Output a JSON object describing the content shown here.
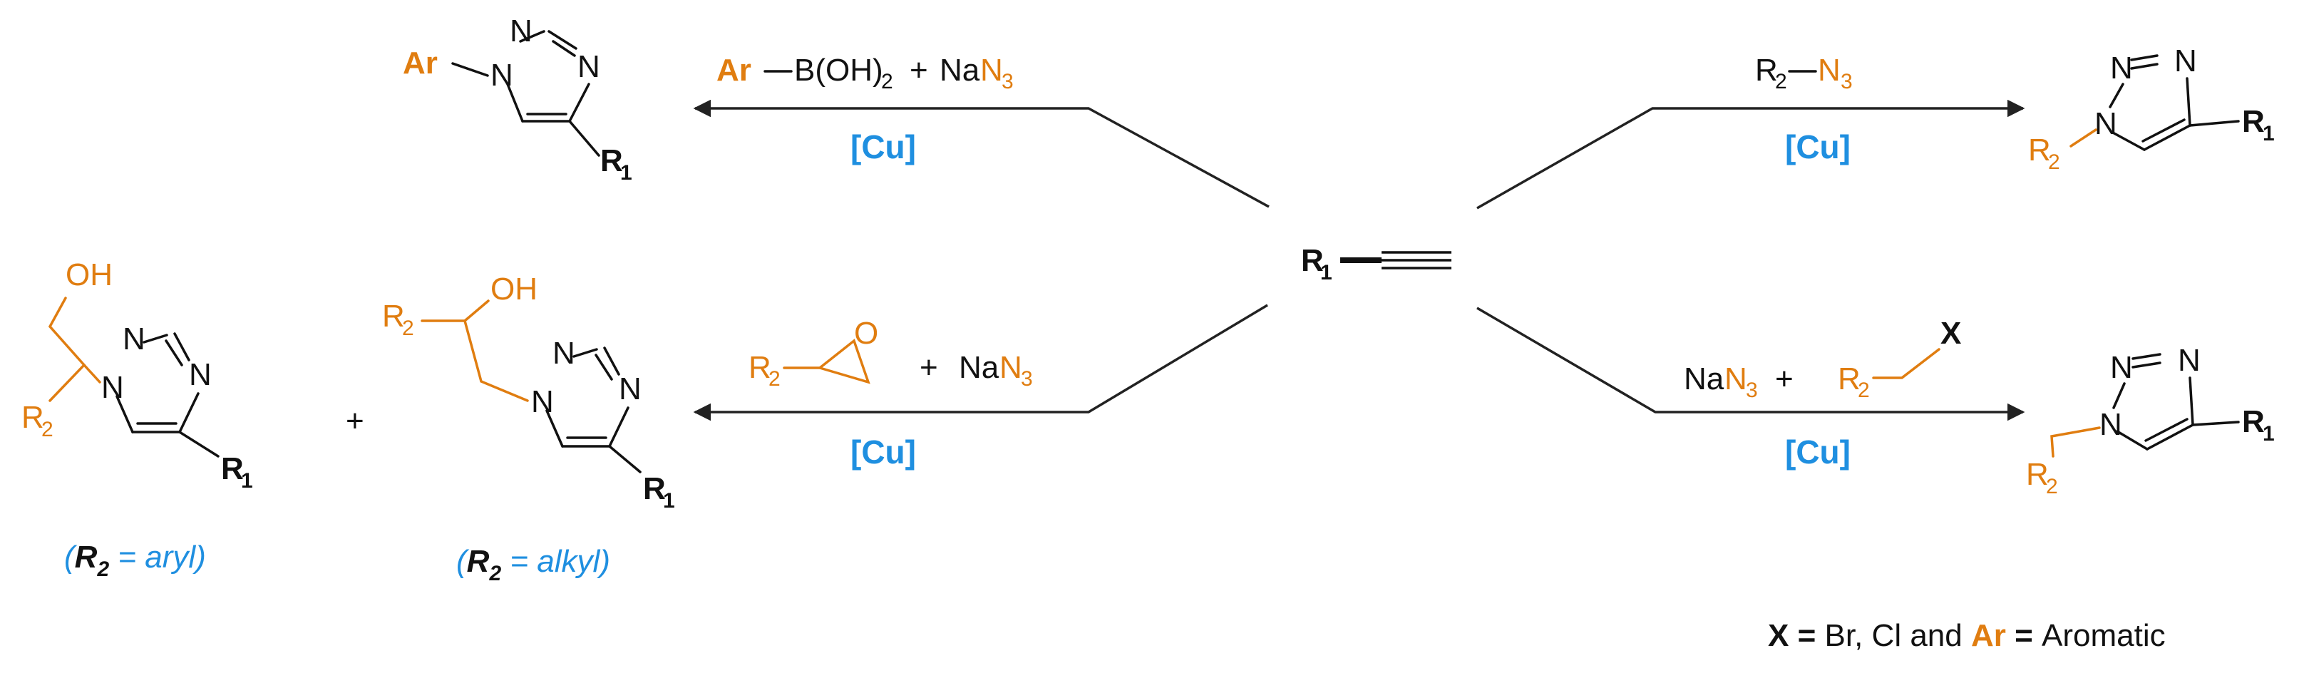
{
  "labels": {
    "N": "N",
    "R": "R",
    "sub1": "1",
    "sub2": "2",
    "sub3": "3",
    "Ar": "Ar",
    "OH": "OH",
    "O": "O",
    "X": "X",
    "plus": "+",
    "NaN": "NaN",
    "B_OH_2": "B(OH)",
    "cu": "[Cu]",
    "equals": "=",
    "aryl": "aryl)",
    "alkyl": "alkyl)",
    "open_paren": "(",
    "footnote_x": "X",
    "footnote_eq1": " = ",
    "footnote_mid": "Br, Cl and ",
    "footnote_ar": "Ar",
    "footnote_eq2": " = ",
    "footnote_end": "Aromatic"
  },
  "colors": {
    "orange": "#e07d10",
    "blue": "#1f8fe0",
    "black": "#111111"
  }
}
